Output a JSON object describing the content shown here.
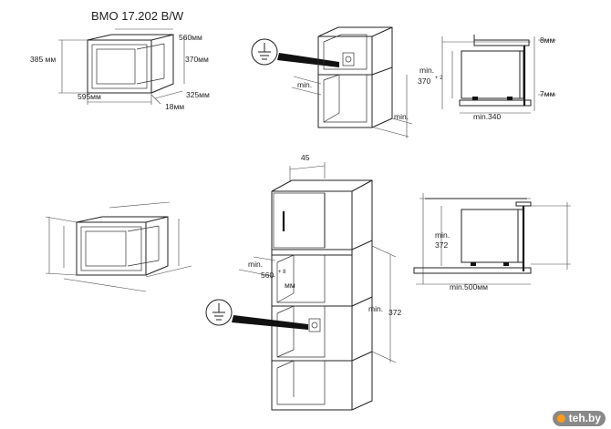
{
  "title": "BMO 17.202 B/W",
  "top_left": {
    "width": "560мм",
    "height_outer": "385 мм",
    "height_inner": "370мм",
    "width_front": "595мм",
    "depth": "325мм",
    "frame": "18мм"
  },
  "top_cabinet": {
    "min_left": "min.",
    "min_right": "min."
  },
  "top_side": {
    "gap_top": "8мм",
    "height_min": "min.",
    "height_value": "370",
    "height_tol": "+ 2",
    "gap_bottom": "7мм",
    "depth_min": "min.340"
  },
  "mid_tall": {
    "top_gap": "45",
    "width_min": "min.",
    "width_value": "560",
    "width_tol": "+ 8",
    "width_unit": "мм",
    "height_min": "min.",
    "height_value": "372"
  },
  "mid_side": {
    "height_min": "min.",
    "height_value": "372",
    "depth_min": "min.500мм"
  },
  "watermark": "teh.by"
}
